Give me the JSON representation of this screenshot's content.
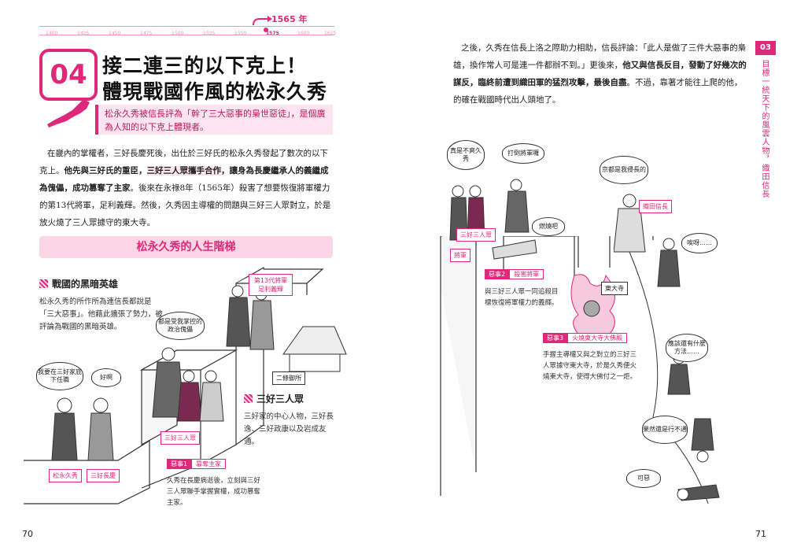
{
  "timeline": {
    "ticks": [
      "1400",
      "1425",
      "1450",
      "1475",
      "1500",
      "1525",
      "1550",
      "1575",
      "1600",
      "1625"
    ],
    "active_tick": "1575",
    "year": "1565 年"
  },
  "chapter": {
    "number": "04",
    "title_line1": "接二連三的以下克上！",
    "title_line2": "體現戰國作風的松永久秀",
    "subtitle": "松永久秀被信長評為「幹了三大惡事的梟世惡徒」，是個廣為人知的以下克上體現者。"
  },
  "body_left": {
    "p1": "在畿內的掌權者，三好長慶死後，出仕於三好氏的松永久秀發起了數次的以下克上。",
    "p1_bold1": "他先與三好氏的重臣，",
    "p1_bold_hl": "三好三人眾攜手合作",
    "p1_bold2": "，讓身為長慶繼承人的義繼成為傀儡，成功篡奪了主家",
    "p1_rest": "。後來在永祿8年（1565年）殺害了想要恢復將軍權力的第13代將軍，足利義輝。然後，久秀因主導權的問題與三好三人眾對立，於是放火燒了三人眾據守的東大寺。"
  },
  "banner": "松永久秀的人生階梯",
  "section_dark": {
    "title": "戰國的黑暗英雄",
    "text": "松永久秀的所作所為連信長都說是「三大惡事」。他藉此擴張了勢力，被評論為戰國的黑暗英雄。"
  },
  "section_miyoshi": {
    "title": "三好三人眾",
    "text": "三好家的中心人物，三好長逸、三好政康以及岩成友通。"
  },
  "evils": [
    {
      "tag": "惡事1",
      "name": "篡奪主家",
      "text": "久秀在長慶病逝後，立刻與三好三人眾聯手掌握實權，成功篡奪主家。"
    },
    {
      "tag": "惡事2",
      "name": "殺害將軍",
      "text": "與三好三人眾一同追殺目標恢復將軍權力的義輝。"
    },
    {
      "tag": "惡事3",
      "name": "火燒東大寺大佛殿",
      "text": "手握主導權又與之對立的三好三人眾據守東大寺，於是久秀便火燒東大寺，使得大佛付之一炬。"
    }
  ],
  "bubbles": {
    "b1": "我要在三好家底下任職",
    "b2": "好啊",
    "b3": "都是受我掌控的政治傀儡",
    "b4": "真是不爽久秀",
    "b5": "打倒將軍囉",
    "b6": "燃燒吧",
    "b7": "京都是我侵長的",
    "b8": "唉呀……",
    "b9": "應該還有什麼方法……",
    "b10": "果然還是行不通",
    "b11": "可惡"
  },
  "labels": {
    "matsunaga": "松永久秀",
    "nagayoshi": "三好長慶",
    "sanninshu1": "三好三人眾",
    "shogun13": "第13代將軍足利義輝",
    "nijo": "二條御所",
    "sanninshu2": "三好三人眾",
    "shogun": "將軍",
    "todaiji": "東大寺",
    "nobunaga": "織田信長"
  },
  "body_right": {
    "p1": "之後，久秀在信長上洛之際助力相助，信長評論：「此人是做了三件大惡事的梟雄，換作常人可是連一件都辦不到。」更後來，",
    "p1_bold": "他又與信長反目，發動了好幾次的謀反，臨終前遭到織田軍的猛烈攻擊，最後自盡",
    "p1_rest": "。不過，靠著才能往上爬的他，的確在戰國時代出人頭地了。"
  },
  "side": {
    "chip": "03",
    "text": "目標一統天下的風雲人物，織田信長"
  },
  "pages": {
    "left": "70",
    "right": "71"
  }
}
